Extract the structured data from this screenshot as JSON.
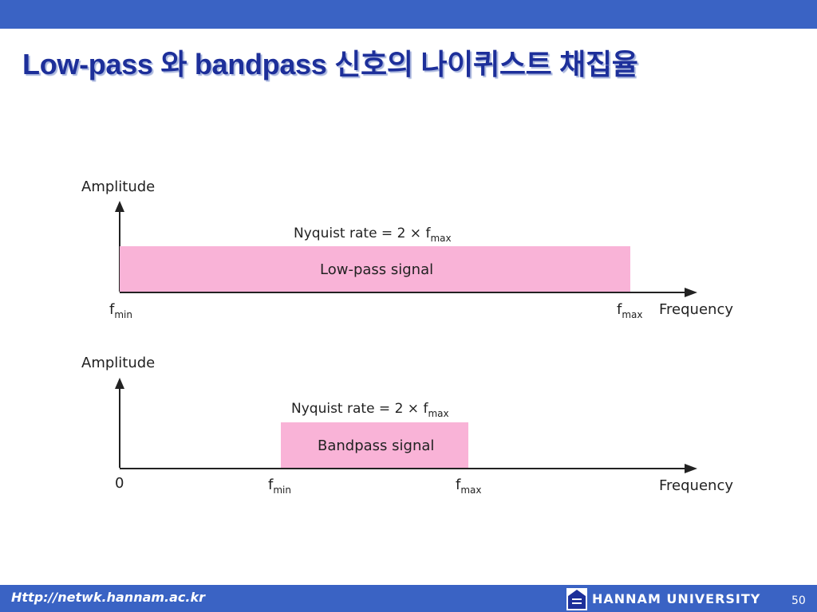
{
  "slide": {
    "title": "Low-pass 와 bandpass 신호의 나이퀴스트 채집율",
    "page_number": "50"
  },
  "footer": {
    "url": "Http://netwk.hannam.ac.kr",
    "university": "HANNAM UNIVERSITY"
  },
  "colors": {
    "bar_blue": "#3a63c4",
    "title_blue": "#1d2f9a",
    "signal_pink": "#f9b3d7"
  },
  "diagrams": [
    {
      "y_label": "Amplitude",
      "x_label": "Frequency",
      "rate_text": "Nyquist rate = 2 ×  f",
      "rate_sub": "max",
      "signal_label": "Low-pass signal",
      "tick_left": {
        "main": "f",
        "sub": "min"
      },
      "tick_right": {
        "main": "f",
        "sub": "max"
      }
    },
    {
      "y_label": "Amplitude",
      "x_label": "Frequency",
      "rate_text": "Nyquist rate = 2  ×  f",
      "rate_sub": "max",
      "signal_label": "Bandpass signal",
      "origin_label": "0",
      "tick_min": {
        "main": "f",
        "sub": "min"
      },
      "tick_max": {
        "main": "f",
        "sub": "max"
      }
    }
  ]
}
